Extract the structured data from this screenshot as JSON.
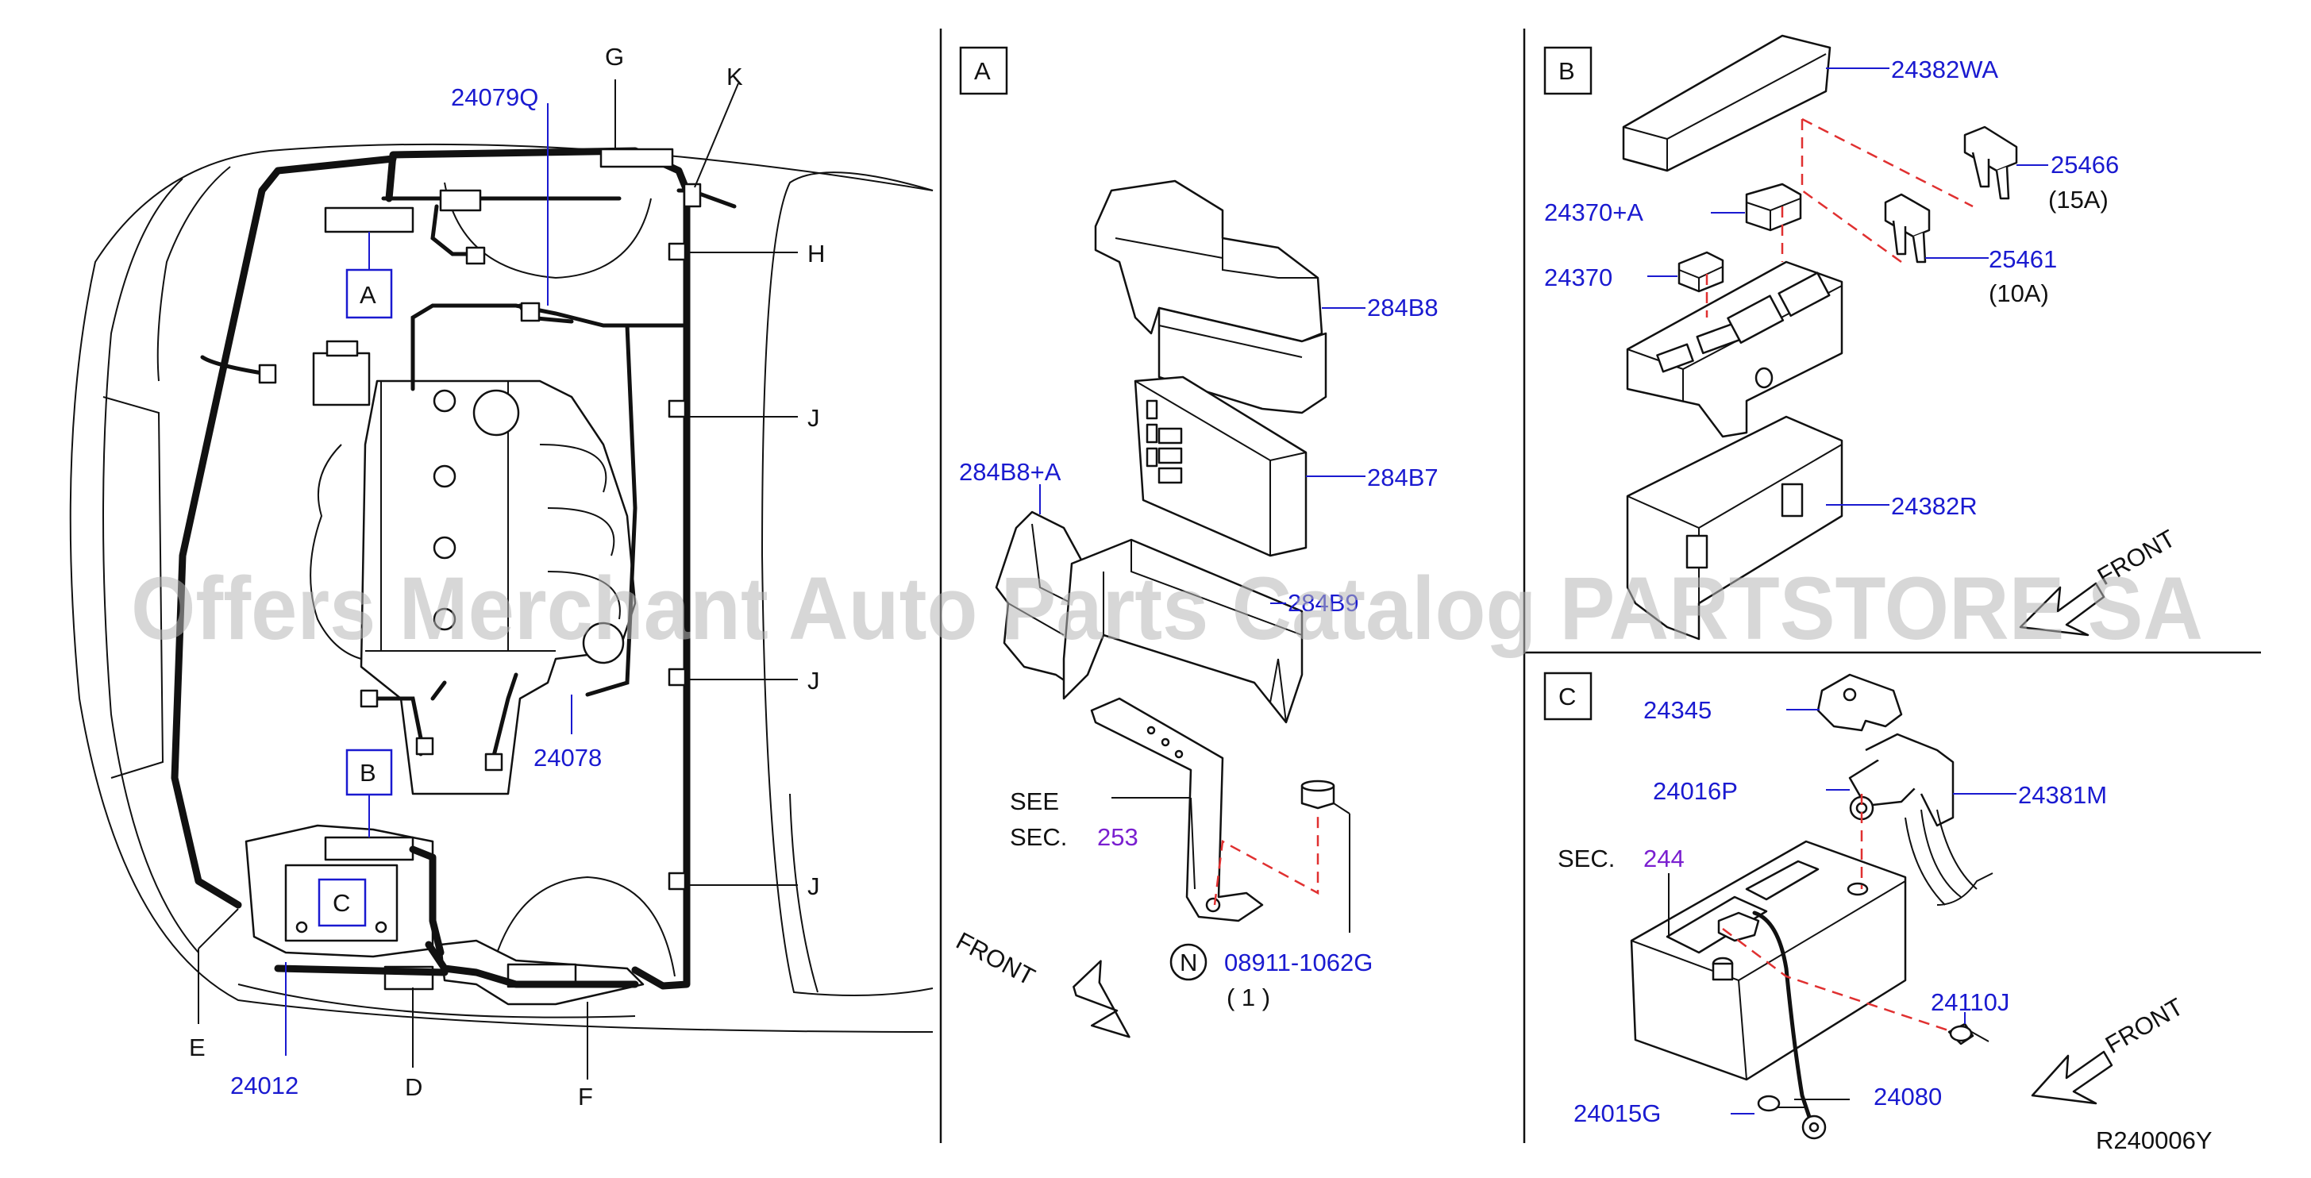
{
  "watermark": "Offers Merchant Auto Parts Catalog PARTSTORE SA",
  "diagram_id": "R240006Y",
  "overview": {
    "callouts": {
      "G": "G",
      "K": "K",
      "H": "H",
      "J1": "J",
      "J2": "J",
      "J3": "J",
      "E": "E",
      "D": "D",
      "F": "F",
      "A": "A",
      "B": "B",
      "C": "C"
    },
    "part_numbers": {
      "p24079Q": "24079Q",
      "p24078": "24078",
      "p24012": "24012"
    }
  },
  "panel_a": {
    "tag": "A",
    "parts": {
      "p284B8": "284B8",
      "p284B7": "284B7",
      "p284B8A": "284B8+A",
      "p284B9": "284B9",
      "p08911": "08911-1062G",
      "qty": "( 1 )",
      "n_mark": "N"
    },
    "see_label": "SEE",
    "sec_label": "SEC.",
    "sec_number": "253",
    "front_label": "FRONT"
  },
  "panel_b": {
    "tag": "B",
    "parts": {
      "p24382WA": "24382WA",
      "p25466": "25466",
      "p25466_rating": "(15A)",
      "p24370A": "24370+A",
      "p25461": "25461",
      "p25461_rating": "(10A)",
      "p24370": "24370",
      "p24382R": "24382R"
    },
    "front_label": "FRONT"
  },
  "panel_c": {
    "tag": "C",
    "parts": {
      "p24345": "24345",
      "p24016P": "24016P",
      "p24381M": "24381M",
      "p24110J": "24110J",
      "p24080": "24080",
      "p24015G": "24015G"
    },
    "sec_label": "SEC.",
    "sec_number": "244",
    "front_label": "FRONT"
  }
}
